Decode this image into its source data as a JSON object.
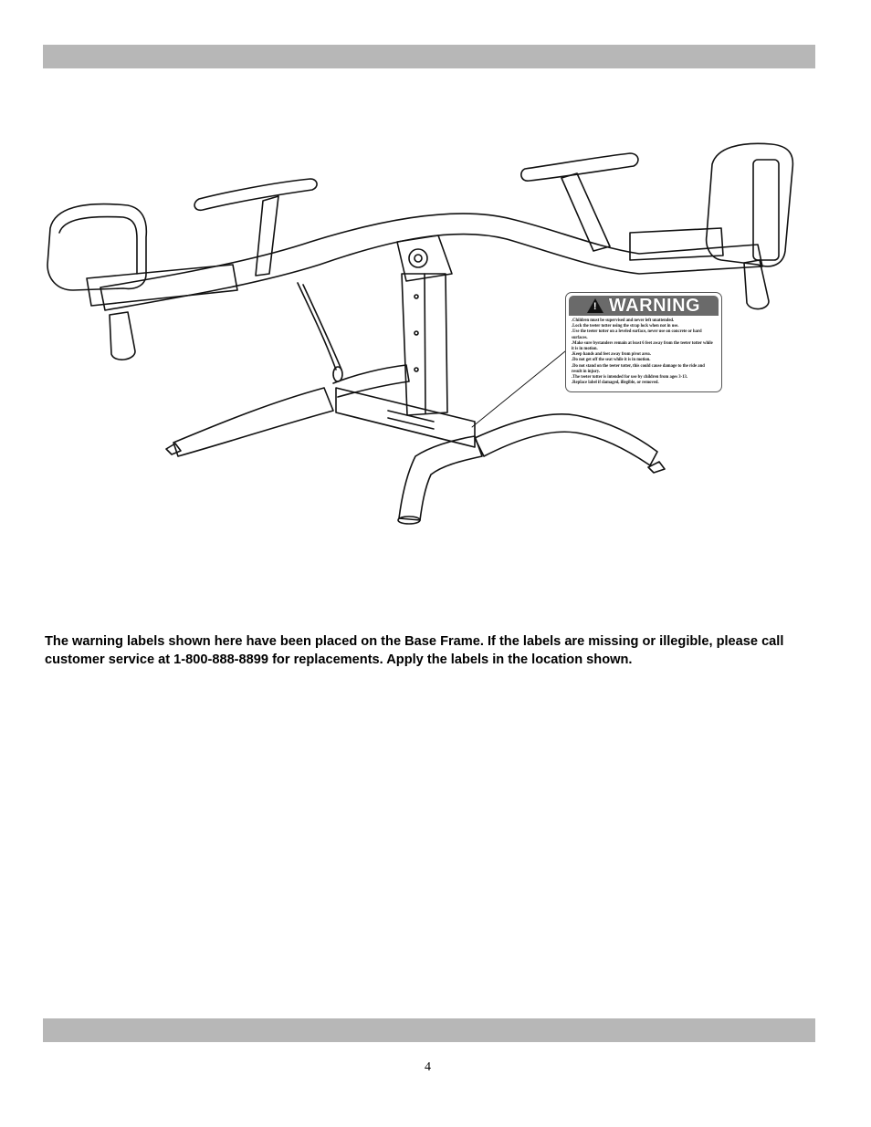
{
  "warning_label": {
    "title": "WARNING",
    "lines": [
      ".Children must be supervised and never left unattended.",
      ".Lock the teeter totter using the strap lock when not in use.",
      ".Use the teeter totter on a leveled surface, never use on concrete or hard surfaces.",
      ".Make sure bystanders remain at least 6 feet away from the teeter totter while it is in motion.",
      ".Keep hands and feet away from pivot area.",
      ".Do not get off the seat while it is in motion.",
      ".Do not stand on the teeter totter, this could cause damage to the ride and result in injury.",
      ".The teeter totter is intended for use by children from ages 3-13.",
      ".Replace label if damaged, illegible, or removed."
    ]
  },
  "caption": "The warning labels shown here have been placed on the Base Frame.  If the labels are missing or illegible, please call customer service at 1-800-888-8899 for replacements.  Apply the labels in the location shown.",
  "page_number": "4"
}
